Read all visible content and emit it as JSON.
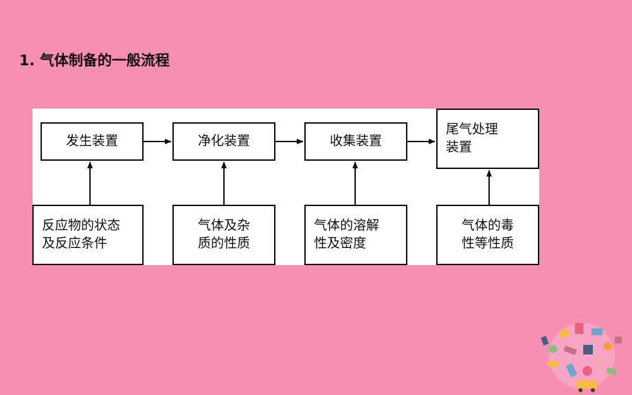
{
  "heading": "1. 气体制备的一般流程",
  "top_row": [
    {
      "label": "发生装置"
    },
    {
      "label": "净化装置"
    },
    {
      "label": "收集装置"
    },
    {
      "line1": "尾气处理",
      "line2": "装置"
    }
  ],
  "bottom_row": [
    {
      "line1": "反应物的状态",
      "line2": "及反应条件"
    },
    {
      "line1": "气体及杂",
      "line2": "质的性质"
    },
    {
      "line1": "气体的溶解",
      "line2": "性及密度"
    },
    {
      "line1": "气体的毒",
      "line2": "性等性质"
    }
  ],
  "colors": {
    "background": "#f78fb3",
    "panel": "#ffffff",
    "stroke": "#111111"
  }
}
